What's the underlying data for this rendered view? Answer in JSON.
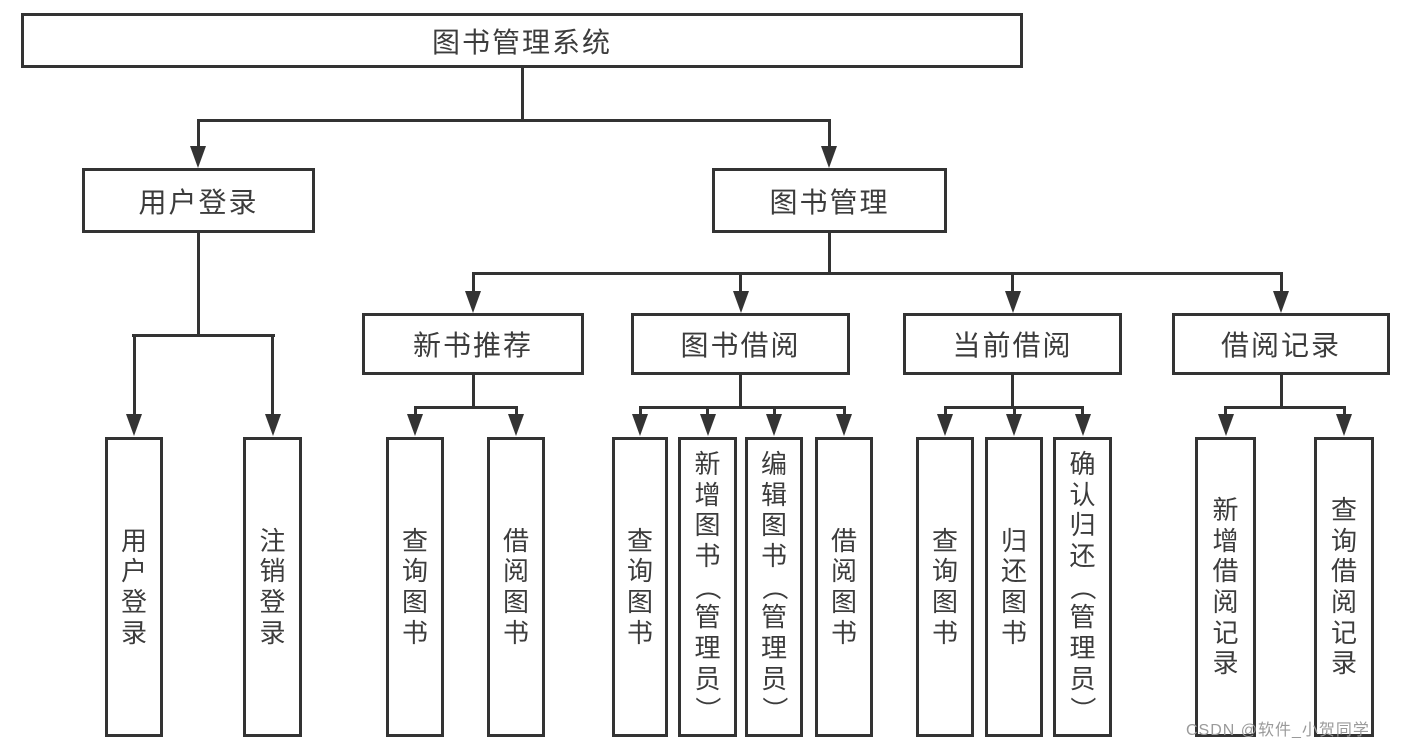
{
  "diagram": {
    "type": "hierarchy-flowchart",
    "title": "图书管理系统",
    "watermark": "CSDN @软件_小贺同学",
    "colors": {
      "line": "#333333",
      "box_border": "#333333",
      "text": "#3c3c3c",
      "watermark_text": "#9a9a9a",
      "background": "#ffffff"
    },
    "nodes": {
      "root": "图书管理系统",
      "user_login": "用户登录",
      "book_management": "图书管理",
      "leaf_user_login": "用户登录",
      "leaf_logout_login": "注销登录",
      "new_book_recommend": "新书推荐",
      "book_borrow": "图书借阅",
      "current_borrow": "当前借阅",
      "borrow_records": "借阅记录",
      "nb_query_book": "查询图书",
      "nb_borrow_book": "借阅图书",
      "bb_query_book": "查询图书",
      "bb_add_book_admin": "新增图书（管理员）",
      "bb_edit_book_admin": "编辑图书（管理员）",
      "bb_borrow_book": "借阅图书",
      "cb_query_book": "查询图书",
      "cb_return_book": "归还图书",
      "cb_confirm_return_admin": "确认归还（管理员）",
      "br_add_record": "新增借阅记录",
      "br_query_record": "查询借阅记录"
    },
    "hierarchy": {
      "图书管理系统": [
        "用户登录",
        "图书管理"
      ],
      "用户登录": [
        "用户登录",
        "注销登录"
      ],
      "图书管理": [
        "新书推荐",
        "图书借阅",
        "当前借阅",
        "借阅记录"
      ],
      "新书推荐": [
        "查询图书",
        "借阅图书"
      ],
      "图书借阅": [
        "查询图书",
        "新增图书（管理员）",
        "编辑图书（管理员）",
        "借阅图书"
      ],
      "当前借阅": [
        "查询图书",
        "归还图书",
        "确认归还（管理员）"
      ],
      "借阅记录": [
        "新增借阅记录",
        "查询借阅记录"
      ]
    }
  }
}
